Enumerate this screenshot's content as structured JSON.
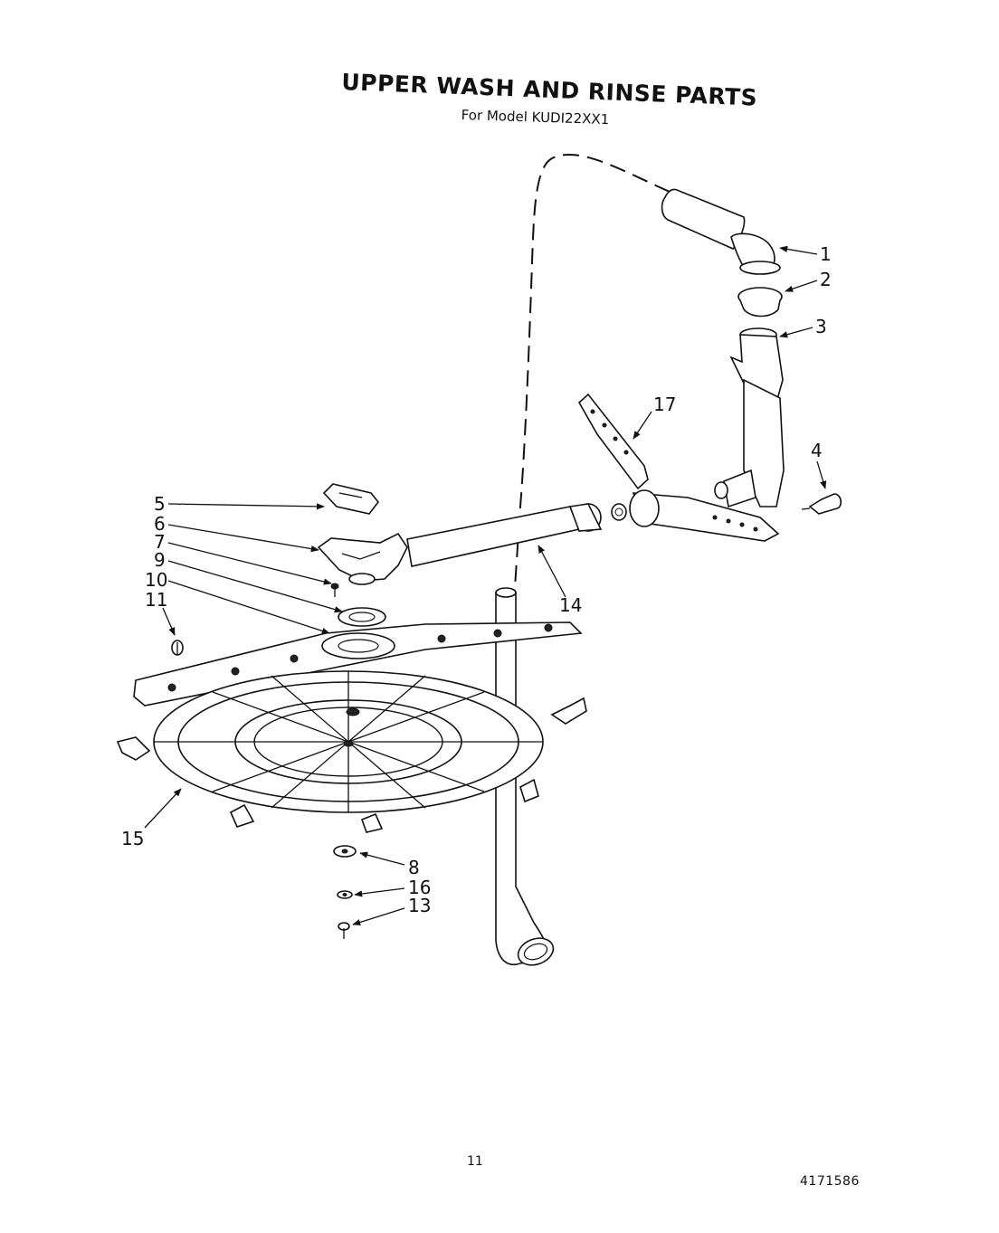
{
  "title": "UPPER WASH AND RINSE PARTS",
  "subtitle": "For Model KUDI22XX1",
  "callouts": {
    "c1": "1",
    "c2": "2",
    "c3": "3",
    "c4": "4",
    "c5": "5",
    "c6": "6",
    "c7": "7",
    "c8": "8",
    "c9": "9",
    "c10": "10",
    "c11": "11",
    "c13": "13",
    "c14": "14",
    "c15": "15",
    "c16": "16",
    "c17": "17"
  },
  "footer": {
    "page_number": "11",
    "doc_code": "4171586"
  }
}
